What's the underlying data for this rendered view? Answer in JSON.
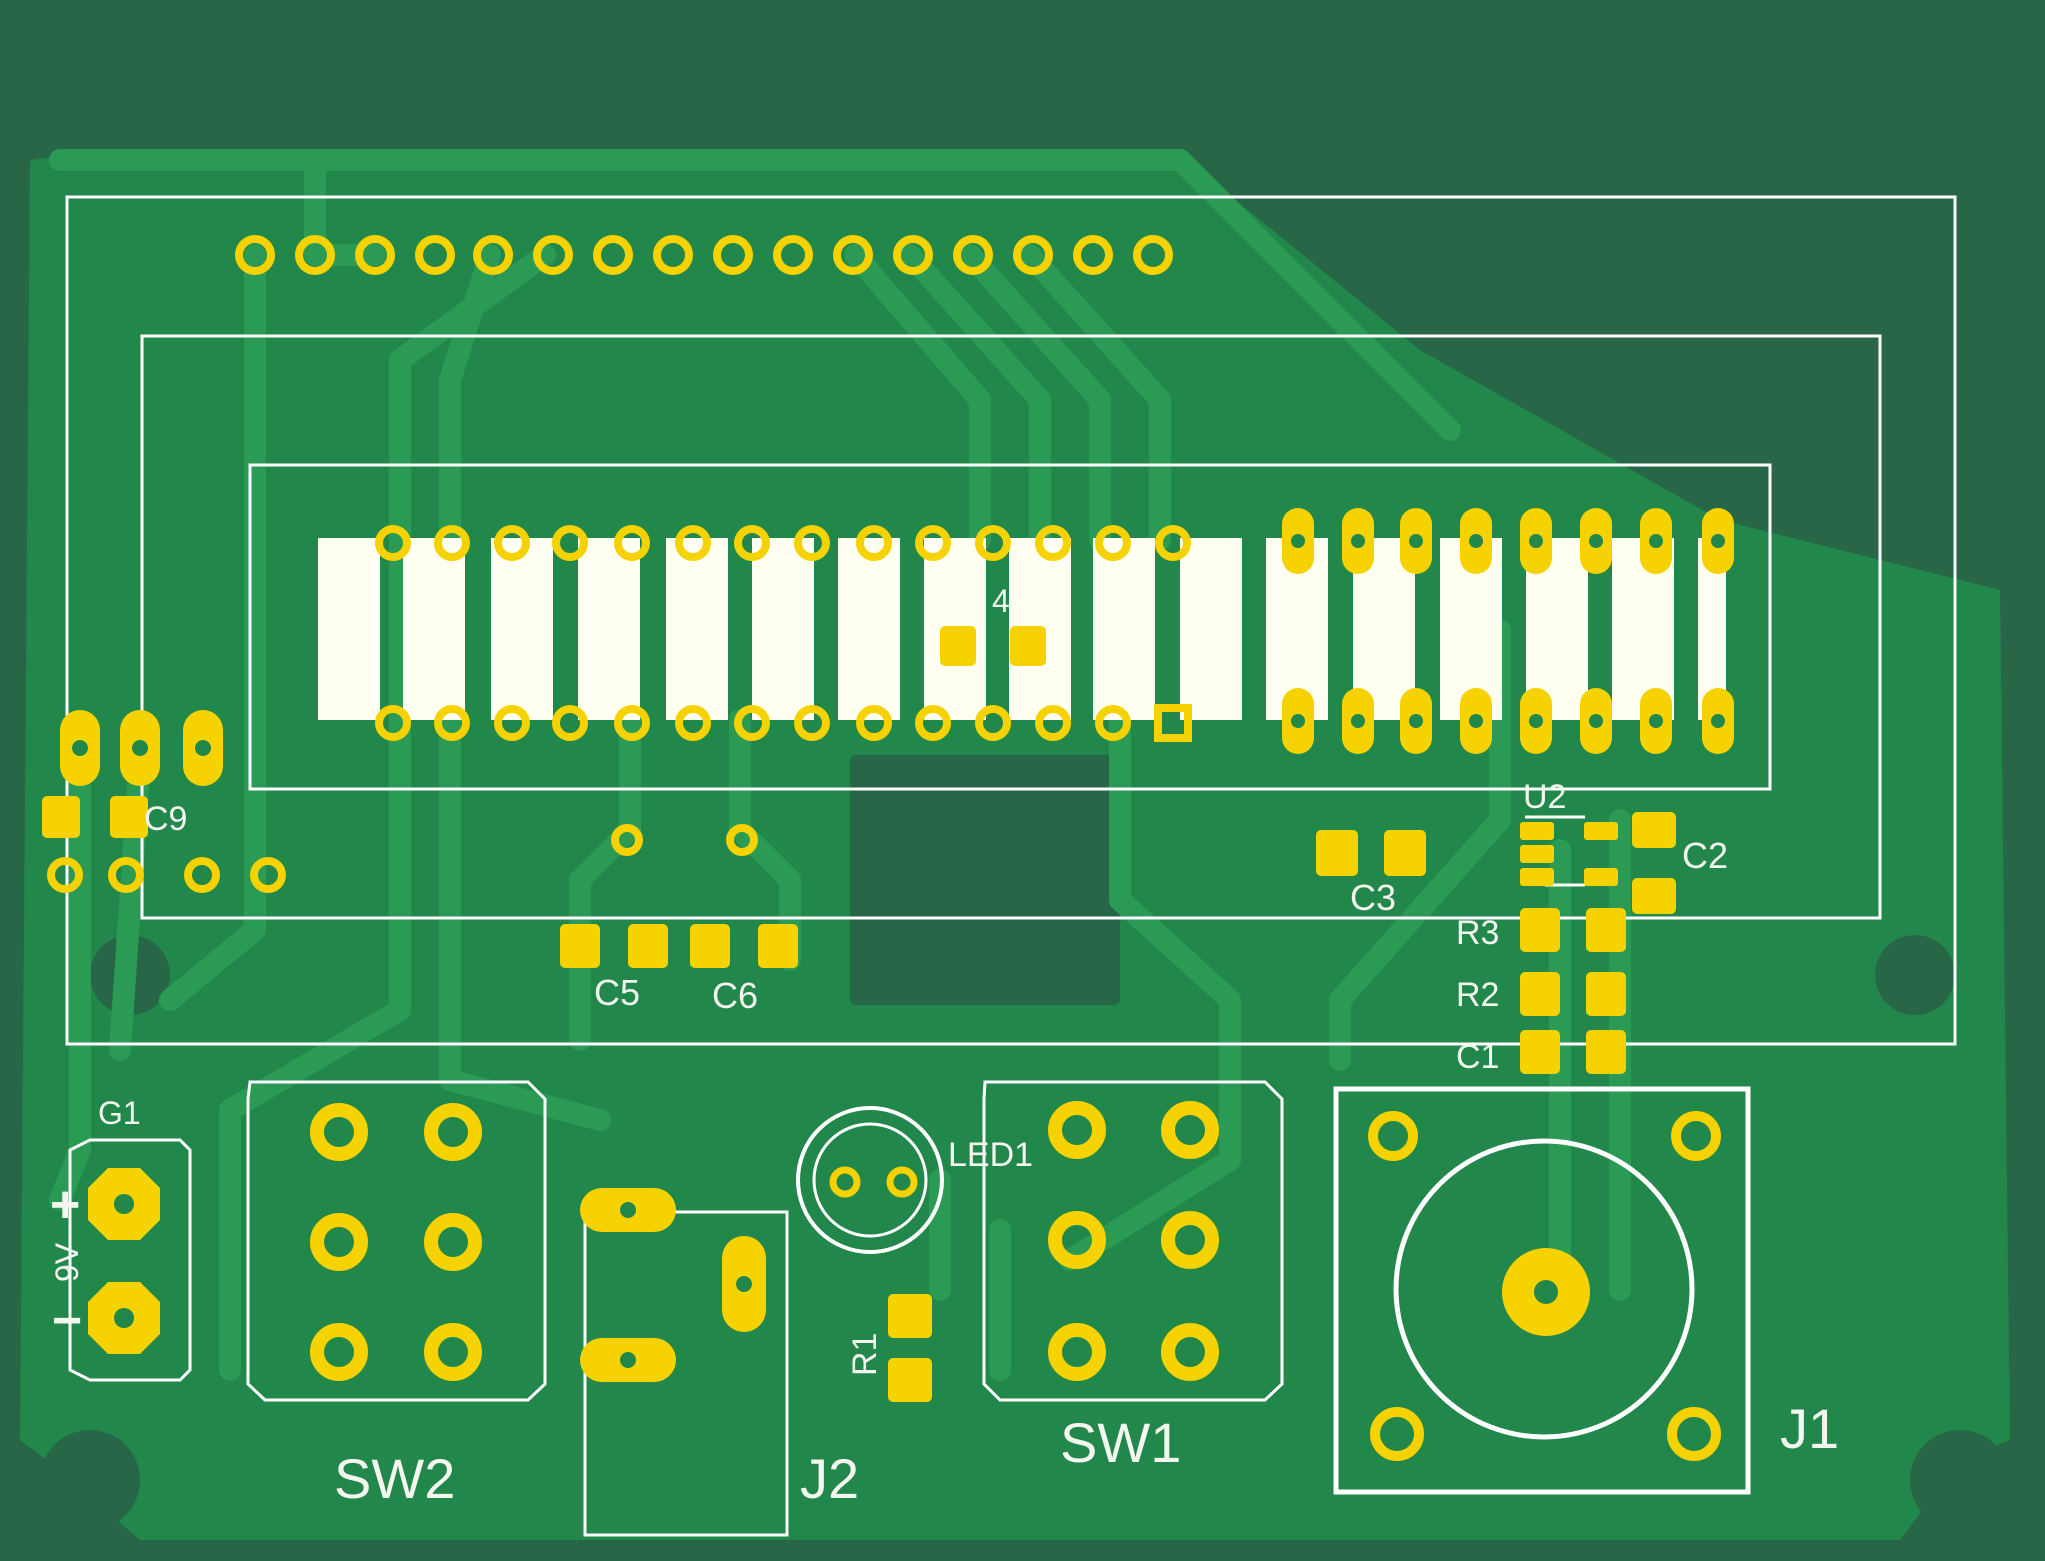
{
  "colors": {
    "board": "#276748",
    "copper_fill": "#22874a",
    "trace": "#2a9a55",
    "pad": "#f6d200",
    "silkscreen": "#ffffff",
    "display_segment": "#fffff2"
  },
  "labels": {
    "c9": "C9",
    "c5": "C5",
    "c6": "C6",
    "c3": "C3",
    "c2": "C2",
    "u2": "U2",
    "r3": "R3",
    "r2": "R2",
    "c1": "C1",
    "g1": "G1",
    "battery_plus": "+",
    "battery_minus": "−",
    "battery_voltage": "9V",
    "sw2": "SW2",
    "sw1": "SW1",
    "j2": "J2",
    "j1": "J1",
    "led1": "LED1",
    "r1": "R1",
    "u4_partial": "4"
  }
}
